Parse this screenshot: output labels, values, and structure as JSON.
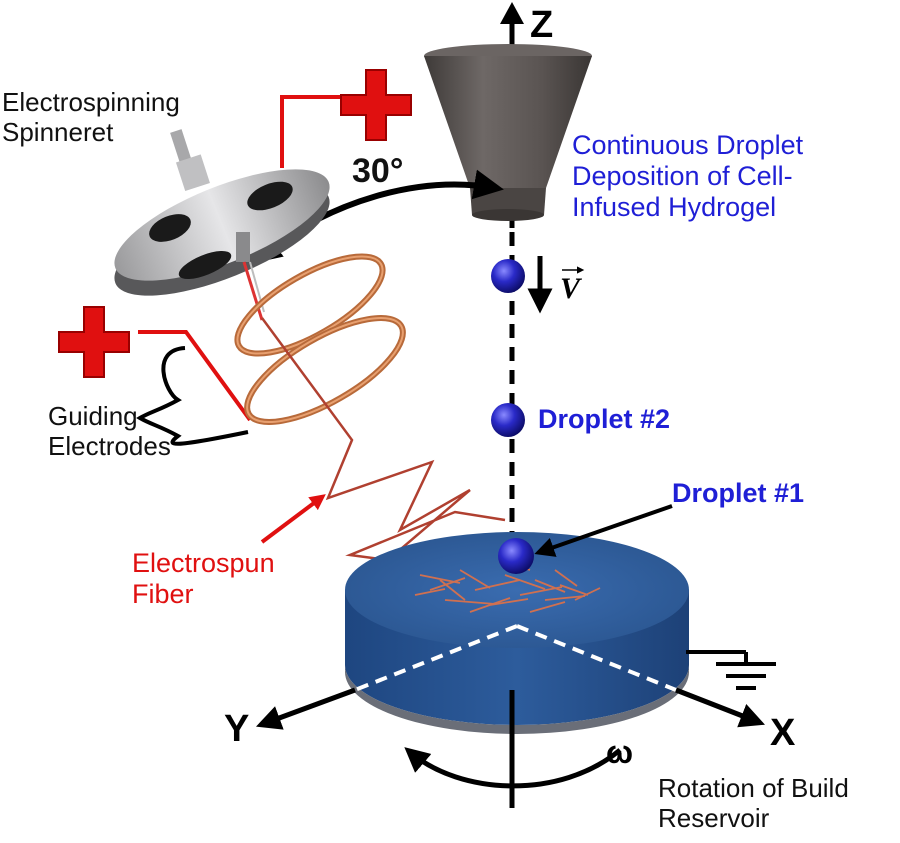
{
  "labels": {
    "spinneret": "Electrospinning\nSpinneret",
    "angle": "30°",
    "deposition": "Continuous Droplet\nDeposition of Cell-\nInfused Hydrogel",
    "velocity": "V",
    "droplet2": "Droplet #2",
    "droplet1": "Droplet #1",
    "electrodes": "Guiding\nElectrodes",
    "fiber": "Electrospun\nFiber",
    "rotation": "Rotation of Build\nReservoir",
    "omega": "ω"
  },
  "axes": {
    "z": "Z",
    "x": "X",
    "y": "Y"
  },
  "colors": {
    "red": "#e01010",
    "blue_text": "#1f1fd6",
    "reservoir": "#2b5a96",
    "droplet": "#1a1aa8",
    "copper": "#b86a3a",
    "nozzle": "#5b5654"
  }
}
